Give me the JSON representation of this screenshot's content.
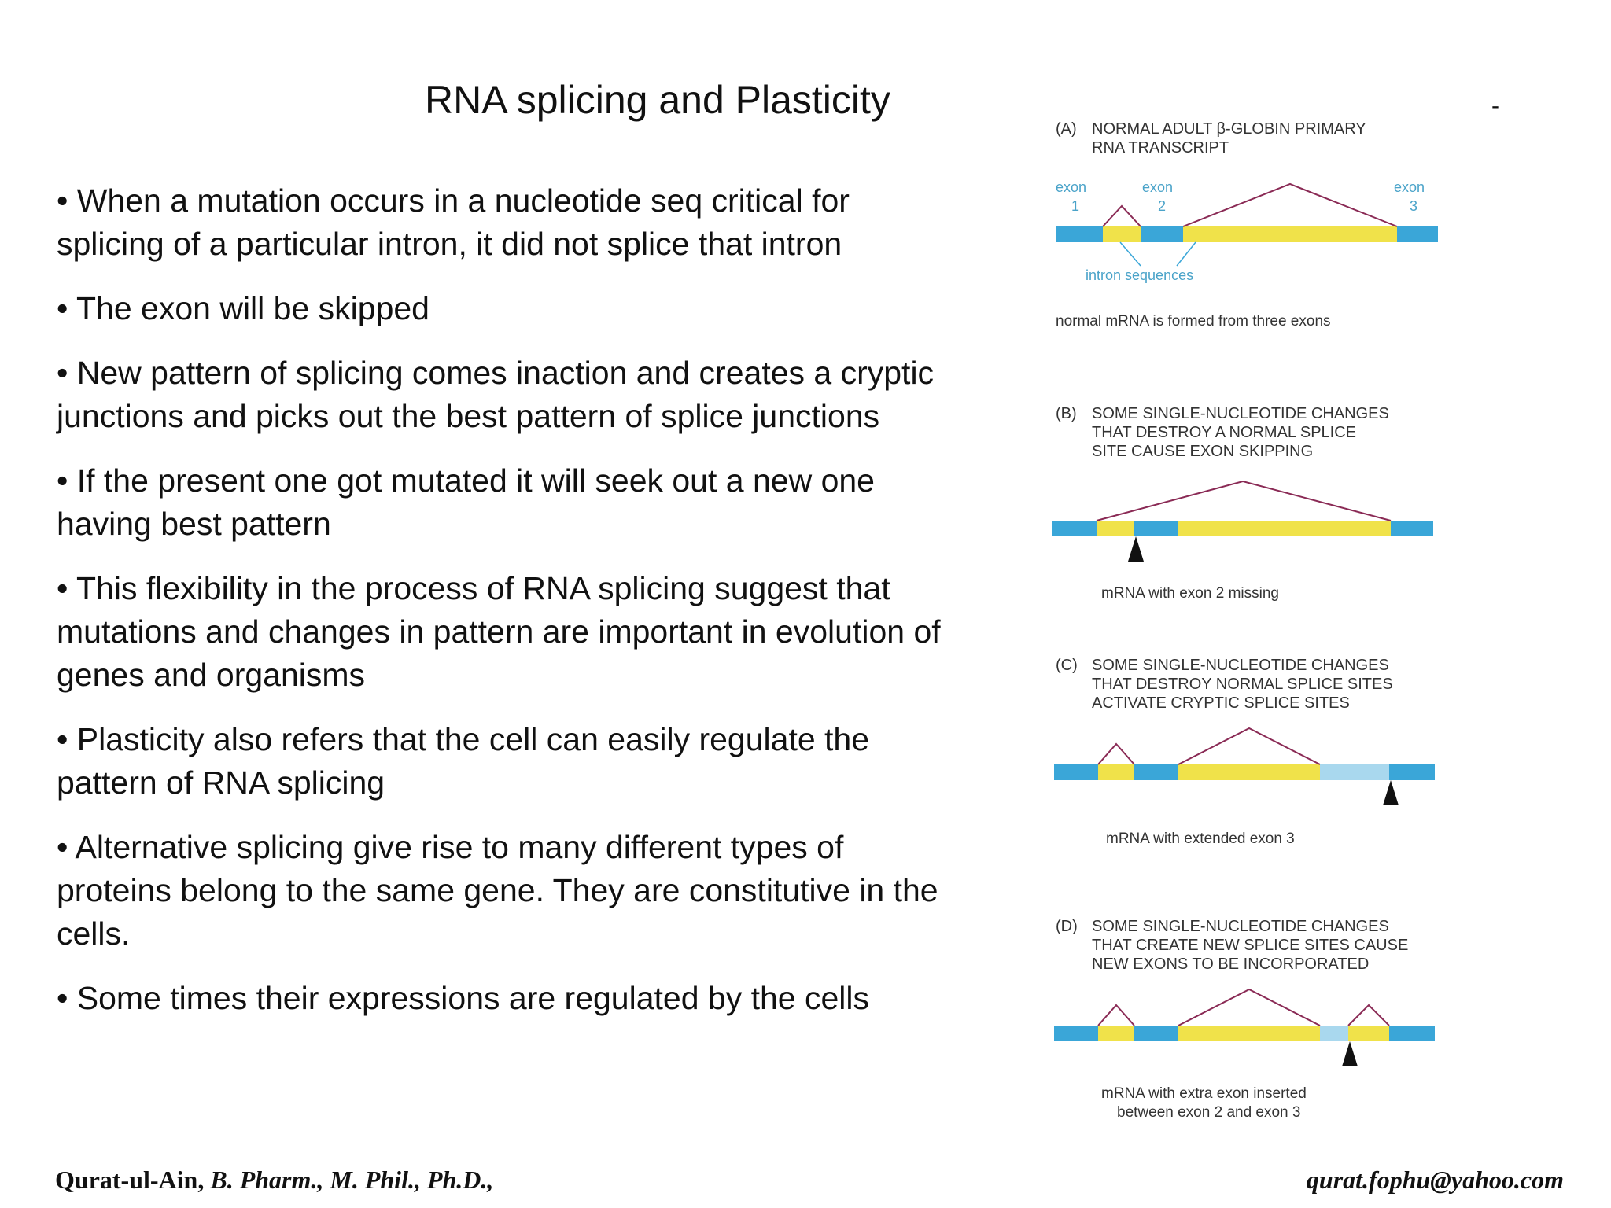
{
  "slide": {
    "title": "RNA splicing and Plasticity",
    "bullets": [
      "• When a mutation occurs in a nucleotide seq critical for splicing of a particular intron, it did not splice that intron",
      "• The exon will be skipped",
      "• New pattern of splicing comes inaction and creates a cryptic junctions and picks out the best pattern of splice junctions",
      "• If the present one got mutated it will seek out a new one having best pattern",
      "• This flexibility in the process of RNA splicing suggest that mutations and changes in pattern are important in evolution of genes and organisms",
      "• Plasticity also refers that the cell can easily regulate the pattern of RNA splicing",
      "• Alternative splicing give rise to many different types of proteins belong to the same gene. They are constitutive in the cells.",
      "• Some times their expressions are regulated by the cells"
    ],
    "dash": "-"
  },
  "figure": {
    "panel_a": {
      "label": "(A)",
      "title_line1": "NORMAL ADULT β-GLOBIN PRIMARY",
      "title_line2": "RNA TRANSCRIPT",
      "exon1": "exon",
      "exon1_num": "1",
      "exon2": "exon",
      "exon2_num": "2",
      "exon3": "exon",
      "exon3_num": "3",
      "intron_label": "intron sequences",
      "caption": "normal mRNA is formed from three exons"
    },
    "panel_b": {
      "label": "(B)",
      "title_line1": "SOME SINGLE-NUCLEOTIDE CHANGES",
      "title_line2": "THAT DESTROY A NORMAL SPLICE",
      "title_line3": "SITE CAUSE EXON SKIPPING",
      "caption": "mRNA with exon 2 missing"
    },
    "panel_c": {
      "label": "(C)",
      "title_line1": "SOME SINGLE-NUCLEOTIDE CHANGES",
      "title_line2": "THAT DESTROY NORMAL SPLICE SITES",
      "title_line3": "ACTIVATE CRYPTIC SPLICE SITES",
      "caption": "mRNA with extended exon 3"
    },
    "panel_d": {
      "label": "(D)",
      "title_line1": "SOME SINGLE-NUCLEOTIDE CHANGES",
      "title_line2": "THAT CREATE NEW SPLICE SITES CAUSE",
      "title_line3": "NEW EXONS TO BE INCORPORATED",
      "caption_line1": "mRNA with extra exon inserted",
      "caption_line2": "between exon 2 and exon 3"
    },
    "colors": {
      "exon": "#3aa6d8",
      "intron": "#f0e24a",
      "cryptic": "#a9d8ee",
      "splice_line": "#8a2a55",
      "mutation": "#111111"
    }
  },
  "footer": {
    "author_name": "Qurat-ul-Ain,",
    "author_degrees": "B. Pharm., M. Phil., Ph.D.,",
    "email": "qurat.fophu@yahoo.com"
  }
}
